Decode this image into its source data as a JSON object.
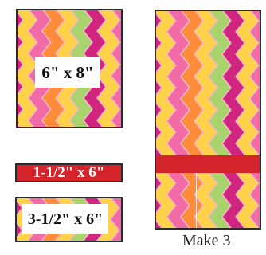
{
  "colors": {
    "background": "#f7b6c8",
    "pink": "#f26aa6",
    "magenta": "#d0267f",
    "yellow": "#ffd24a",
    "green": "#a9d36c",
    "orange": "#ff8c3a",
    "strip_red": "#d3242b"
  },
  "left_pieces": {
    "large_label": "6\" x 8\"",
    "strip_label": "1-1/2\" x 6\"",
    "small_label": "3-1/2\" x 6\""
  },
  "assembled_block": {
    "caption": "Make 3"
  }
}
